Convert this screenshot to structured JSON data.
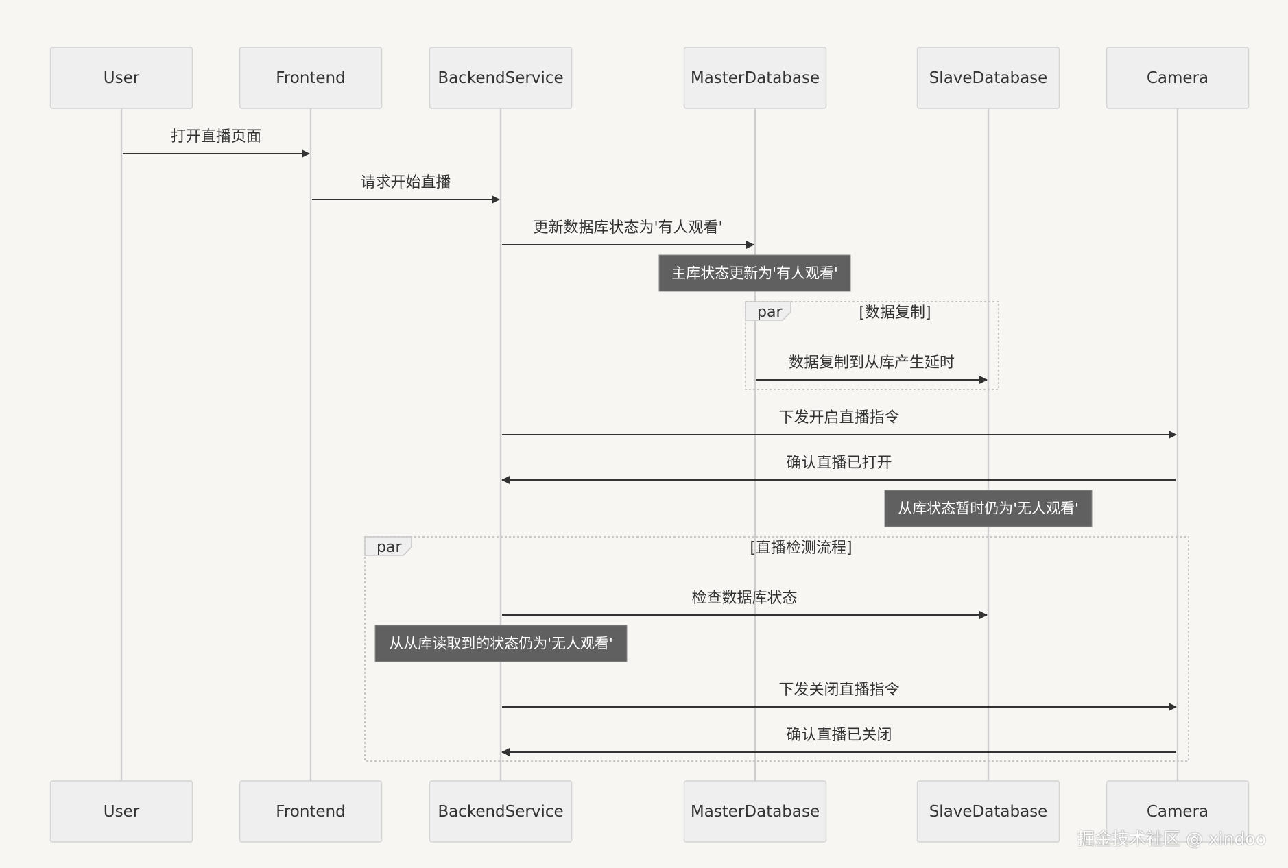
{
  "participants": [
    {
      "id": "user",
      "label": "User"
    },
    {
      "id": "frontend",
      "label": "Frontend"
    },
    {
      "id": "backend",
      "label": "BackendService"
    },
    {
      "id": "master",
      "label": "MasterDatabase"
    },
    {
      "id": "slave",
      "label": "SlaveDatabase"
    },
    {
      "id": "camera",
      "label": "Camera"
    }
  ],
  "messages": [
    {
      "from": "user",
      "to": "frontend",
      "text": "打开直播页面"
    },
    {
      "from": "frontend",
      "to": "backend",
      "text": "请求开始直播"
    },
    {
      "from": "backend",
      "to": "master",
      "text": "更新数据库状态为'有人观看'"
    },
    {
      "from": "master",
      "to": "slave",
      "text": "数据复制到从库产生延时"
    },
    {
      "from": "backend",
      "to": "camera",
      "text": "下发开启直播指令"
    },
    {
      "from": "camera",
      "to": "backend",
      "text": "确认直播已打开"
    },
    {
      "from": "backend",
      "to": "slave",
      "text": "检查数据库状态"
    },
    {
      "from": "backend",
      "to": "camera",
      "text": "下发关闭直播指令"
    },
    {
      "from": "camera",
      "to": "backend",
      "text": "确认直播已关闭"
    }
  ],
  "notes": [
    {
      "over": "master",
      "text": "主库状态更新为'有人观看'"
    },
    {
      "over": "slave",
      "text": "从库状态暂时仍为'无人观看'"
    },
    {
      "over": "backend",
      "text": "从从库读取到的状态仍为'无人观看'"
    }
  ],
  "frames": [
    {
      "keyword": "par",
      "condition": "[数据复制]"
    },
    {
      "keyword": "par",
      "condition": "[直播检测流程]"
    }
  ],
  "watermark": "掘金技术社区 @ xindoo"
}
